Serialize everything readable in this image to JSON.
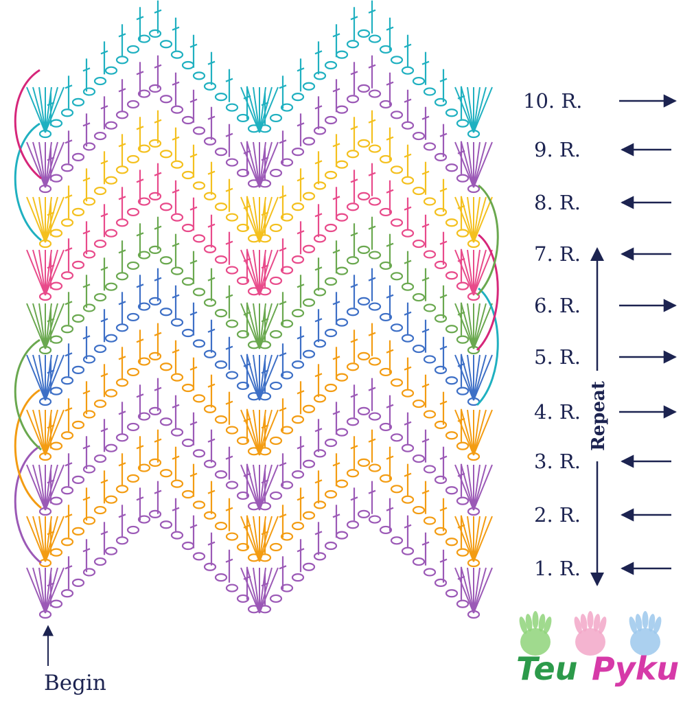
{
  "rows": [
    {
      "label": "1. R.",
      "direction": "left",
      "color": "#9b59b6"
    },
    {
      "label": "2. R.",
      "direction": "left",
      "color": "#f39c12"
    },
    {
      "label": "3. R.",
      "direction": "left",
      "color": "#9b59b6"
    },
    {
      "label": "4. R.",
      "direction": "right",
      "color": "#f39c12"
    },
    {
      "label": "5. R.",
      "direction": "right",
      "color": "#3d6fc6"
    },
    {
      "label": "6. R.",
      "direction": "right",
      "color": "#6aa84f"
    },
    {
      "label": "7. R.",
      "direction": "left",
      "color": "#e84a8a"
    },
    {
      "label": "8. R.",
      "direction": "left",
      "color": "#f4c01e"
    },
    {
      "label": "9. R.",
      "direction": "left",
      "color": "#9b59b6"
    },
    {
      "label": "10. R.",
      "direction": "right",
      "color": "#1fb0c0"
    }
  ],
  "repeat_label": "Repeat",
  "begin_label": "Begin",
  "logo": {
    "left": "Teu",
    "right": "Pyku",
    "left_color": "#2c9a4a",
    "right_color": "#d63aa8",
    "hand_colors": [
      "#8fd37a",
      "#f2a7c8",
      "#9cc8ec"
    ]
  },
  "colors": {
    "ink": "#1c2350",
    "purple": "#9b59b6",
    "orange": "#f39c12",
    "blue": "#3d6fc6",
    "green": "#6aa84f",
    "pink": "#e84a8a",
    "yellow": "#f4c01e",
    "teal": "#1fb0c0"
  }
}
